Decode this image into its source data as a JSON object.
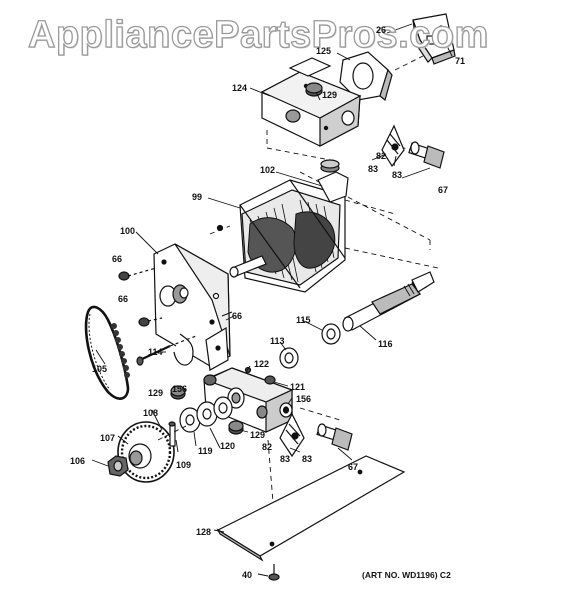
{
  "watermark": "AppliancePartsPros.com",
  "art_number": "(ART NO. WD1196) C2",
  "labels": {
    "p26": "26",
    "p125": "125",
    "p71": "71",
    "p129a": "129",
    "p124": "124",
    "p82a": "82",
    "p83a": "83",
    "p83b": "83",
    "p67a": "67",
    "p102": "102",
    "p99": "99",
    "p100": "100",
    "p66a": "66",
    "p66b": "66",
    "p66c": "66",
    "p105": "105",
    "p114": "114",
    "p115": "115",
    "p116": "116",
    "p113": "113",
    "p122": "122",
    "p121": "121",
    "p129b": "129",
    "p156a": "156",
    "p156b": "156",
    "p108": "108",
    "p107": "107",
    "p119": "119",
    "p120": "120",
    "p129c": "129",
    "p82b": "82",
    "p83c": "83",
    "p83d": "83",
    "p67b": "67",
    "p106": "106",
    "p109": "109",
    "p128": "128",
    "p40": "40"
  }
}
